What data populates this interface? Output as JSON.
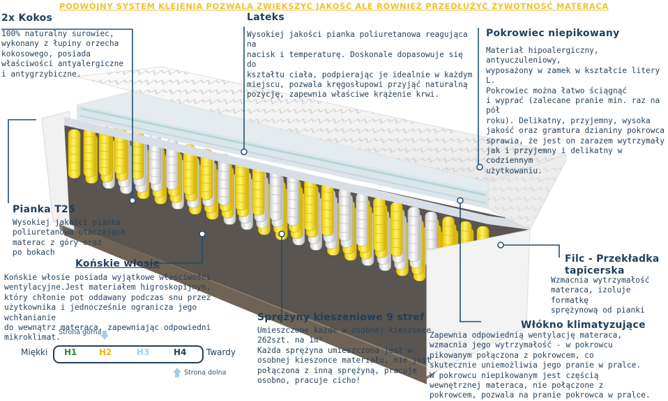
{
  "banner": "PODWÓJNY SYSTEM KLEJENIA POZWALA ZWIĘKSZYĆ JAKOŚĆ ALE RÓWNIEŻ PRZEDŁUŻYĆ ŻYWOTNOŚĆ MATERACA",
  "sections": {
    "kokos": {
      "title": "2x Kokos",
      "text": "100% naturalny surowiec,\nwykonany z łupiny orzecha\nkokosowego, posiada\nwłaściwości antyalergiczne\ni antygrzybiczne."
    },
    "lateks": {
      "title": "Lateks",
      "text": "Wysokiej jakości pianka poliuretanowa reagująca na\nnacisk i temperaturę. Doskonale dopasowuje się do\nkształtu ciała, podpierając je idealnie w każdym\nmiejscu, pozwala kręgosłupowi przyjąć naturalną\npozycję, zapewnia właściwe krążenie krwi."
    },
    "pokrowiec": {
      "title": "Pokrowiec niepikowany",
      "text": "Materiał hipoalergiczny, antyuczuleniowy,\nwyposażony w zamek w kształcie litery L.\nPokrowiec można łatwo ściągnąć\ni wyprać (zalecane pranie min. raz na pół\nroku). Delikatny, przyjemny, wysoka\njakość oraz gramtura dzianiny pokrowca\nsprawia, że jest on zarazem wytrzymały\njak i przyjemny i delikatny w codziennym\nużytkowaniu."
    },
    "pianka": {
      "title": "Pianka T25",
      "text": "Wysokiej jakości pianka\npoliuretanowa otaczająca\nmaterac z góry oraz\npo bokach"
    },
    "wlosie": {
      "title": "Końskie włosie",
      "text": "Końskie włosie posiada wyjątkowe właściwości\nwentylacyjne.Jest materiałem higroskopijnym,\nktóry chłonie pot oddawany podczas snu przez\nużytkownika i jednocześnie ogranicza jego wchłanianie\ndo wewnątrz materaca, zapewniając odpowiedni\nmikroklimat."
    },
    "sprezyny": {
      "title": "Sprężyny kieszeniowe 9 stref",
      "text": "Umieszczone każde w osobnej kieszonce\n262szt. na 1m²\nKażda sprężyna umieszczona jest w\nosobnej kieszonce materiału, nie jest\npołączona z inną sprężyną, pracuje\nosobno, pracuje cicho!"
    },
    "filc": {
      "title": "Filc - Przekładka\ntapicerska",
      "text": "Wzmacnia wytrzymałość\nmateraca, izoluje formatkę\nsprężynową od pianki"
    },
    "wlokno": {
      "title": "Włókno klimatyzujące",
      "text": "Zapewnia odpowiednią wentylację materaca,\nwzmacnia jego wytrzymałość - w pokrowcu\npikowanym połączona z pokrowcem, co\nskutecznie uniemożliwia jego pranie w pralce.\nW pokrowcu niepikowanym jest częścią\nwewnętrznej materaca, nie połączone z\npokrowcem, pozwala na pranie pokrowca w pralce."
    }
  },
  "hardness": {
    "soft_label": "Miękki",
    "hard_label": "Twardy",
    "top_side": "Strona górna",
    "bottom_side": "Strona dolna",
    "levels": [
      {
        "label": "H1",
        "color": "#2e8b2e"
      },
      {
        "label": "H2",
        "color": "#f2b600"
      },
      {
        "label": "H3",
        "color": "#9ed0e8"
      },
      {
        "label": "H4",
        "color": "#1f3f5c"
      }
    ]
  },
  "colors": {
    "accent_yellow": "#f2c230",
    "dark_blue": "#1f3f5c",
    "spring_yellow": "#f5d800",
    "spring_white": "#e8e8e8"
  }
}
